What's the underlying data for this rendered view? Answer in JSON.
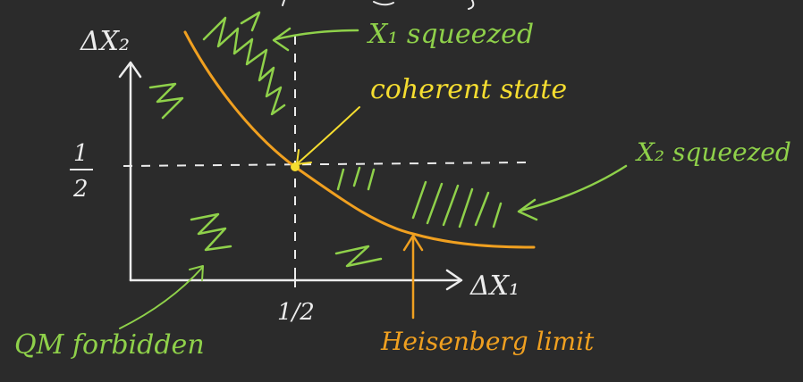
{
  "colors": {
    "background": "#2b2b2b",
    "chalk": "#ececec",
    "green": "#8fd14a",
    "orange": "#f0a020",
    "yellow": "#f5dd30"
  },
  "axes": {
    "y_label": "ΔX₂",
    "x_label": "ΔX₁",
    "y_tick_num": "1",
    "y_tick_den": "2",
    "x_tick": "1/2"
  },
  "annotations": {
    "x1_squeezed": "X₁ squeezed",
    "coherent_state": "coherent state",
    "x2_squeezed": "X₂ squeezed",
    "qm_forbidden": "QM forbidden",
    "heisenberg_limit": "Heisenberg limit"
  }
}
